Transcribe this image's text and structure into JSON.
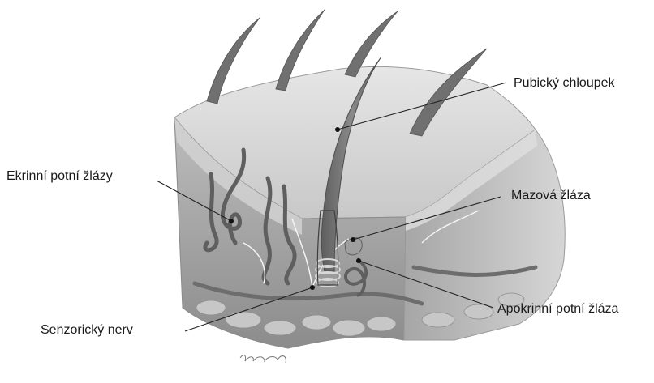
{
  "figure": {
    "labels": {
      "pubic_hair": "Pubický chloupek",
      "eccrine_glands": "Ekrinní potní žlázy",
      "sebaceous_gland": "Mazová žláza",
      "apocrine_gland": "Apokrinní potní žláza",
      "sensory_nerve": "Senzorický nerv"
    },
    "colors": {
      "epidermis": "#d9d9d9",
      "dermis": "#a9a9a9",
      "hair": "#6e6e6e",
      "gland": "#8a8a8a",
      "nerve": "#ffffff",
      "label_text": "#1a1a1a"
    }
  }
}
